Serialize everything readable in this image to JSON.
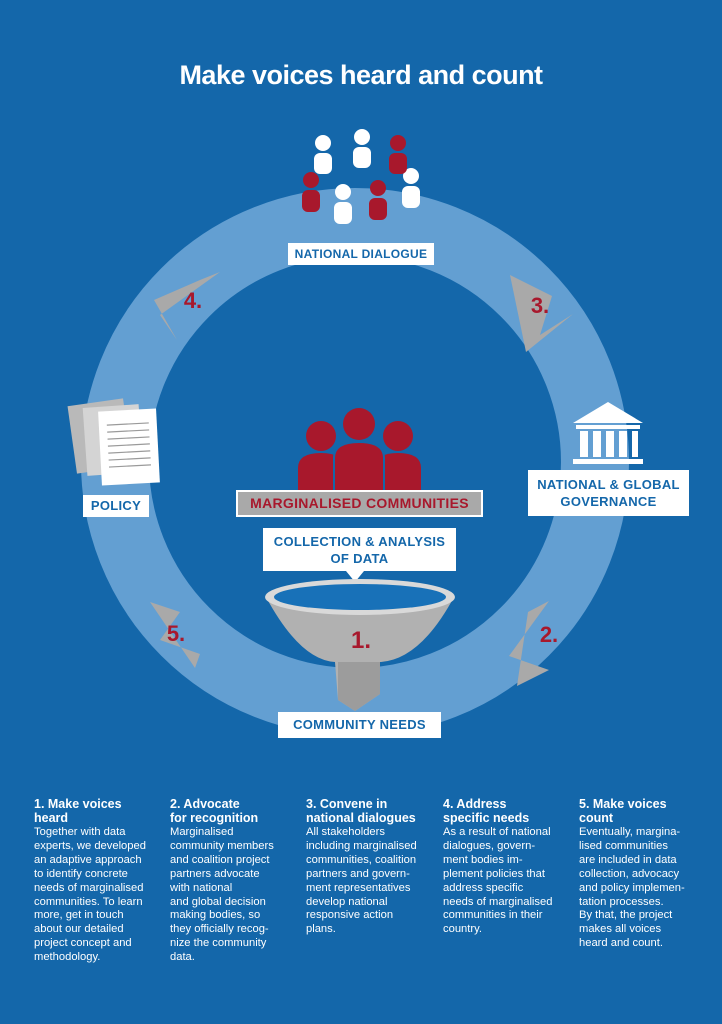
{
  "title": "Make voices heard and count",
  "labels": {
    "national_dialogue": "NATIONAL DIALOGUE",
    "governance": "NATIONAL & GLOBAL\nGOVERNANCE",
    "policy": "POLICY",
    "marginalised": "MARGINALISED  COMMUNITIES",
    "collection": "COLLECTION & ANALYSIS\nOF  DATA",
    "community_needs": "COMMUNITY  NEEDS"
  },
  "step_numbers": {
    "step1": "1.",
    "step2": "2.",
    "step3": "3.",
    "step4": "4.",
    "step5": "5."
  },
  "icons": {
    "group": "people-group-icon",
    "building": "government-building-icon",
    "documents": "documents-icon",
    "community": "community-icon",
    "funnel": "funnel-icon"
  },
  "colors": {
    "background": "#1467aa",
    "ring": "#639fd2",
    "accent_red": "#a8182c",
    "gray": "#a9a9a9",
    "white": "#ffffff"
  },
  "columns": [
    {
      "heading": "1. Make voices\nheard",
      "body": "Together with data\nexperts, we developed\nan adaptive approach\nto identify concrete\nneeds of marginalised\ncommunities. To learn\nmore, get in touch\nabout our detailed\nproject concept and\nmethodology."
    },
    {
      "heading": "2. Advocate\nfor recognition",
      "body": "Marginalised\ncommunity members\nand coalition project\npartners advocate\nwith national\nand global decision\nmaking bodies, so\nthey officially recog-\nnize the community\ndata."
    },
    {
      "heading": "3. Convene in\nnational dialogues",
      "body": "All stakeholders\nincluding marginalised\ncommunities, coalition\npartners and govern-\nment representatives\ndevelop national\nresponsive action\nplans."
    },
    {
      "heading": "4. Address\nspecific needs",
      "body": "As a result of national\ndialogues, govern-\nment bodies im-\nplement policies that\naddress specific\nneeds of marginalised\ncommunities in their\ncountry."
    },
    {
      "heading": "5. Make voices\ncount",
      "body": "Eventually, margina-\nlised communities\nare included in data\ncollection, advocacy\nand policy implemen-\ntation processes.\nBy that, the project\nmakes all voices\nheard and count."
    }
  ]
}
